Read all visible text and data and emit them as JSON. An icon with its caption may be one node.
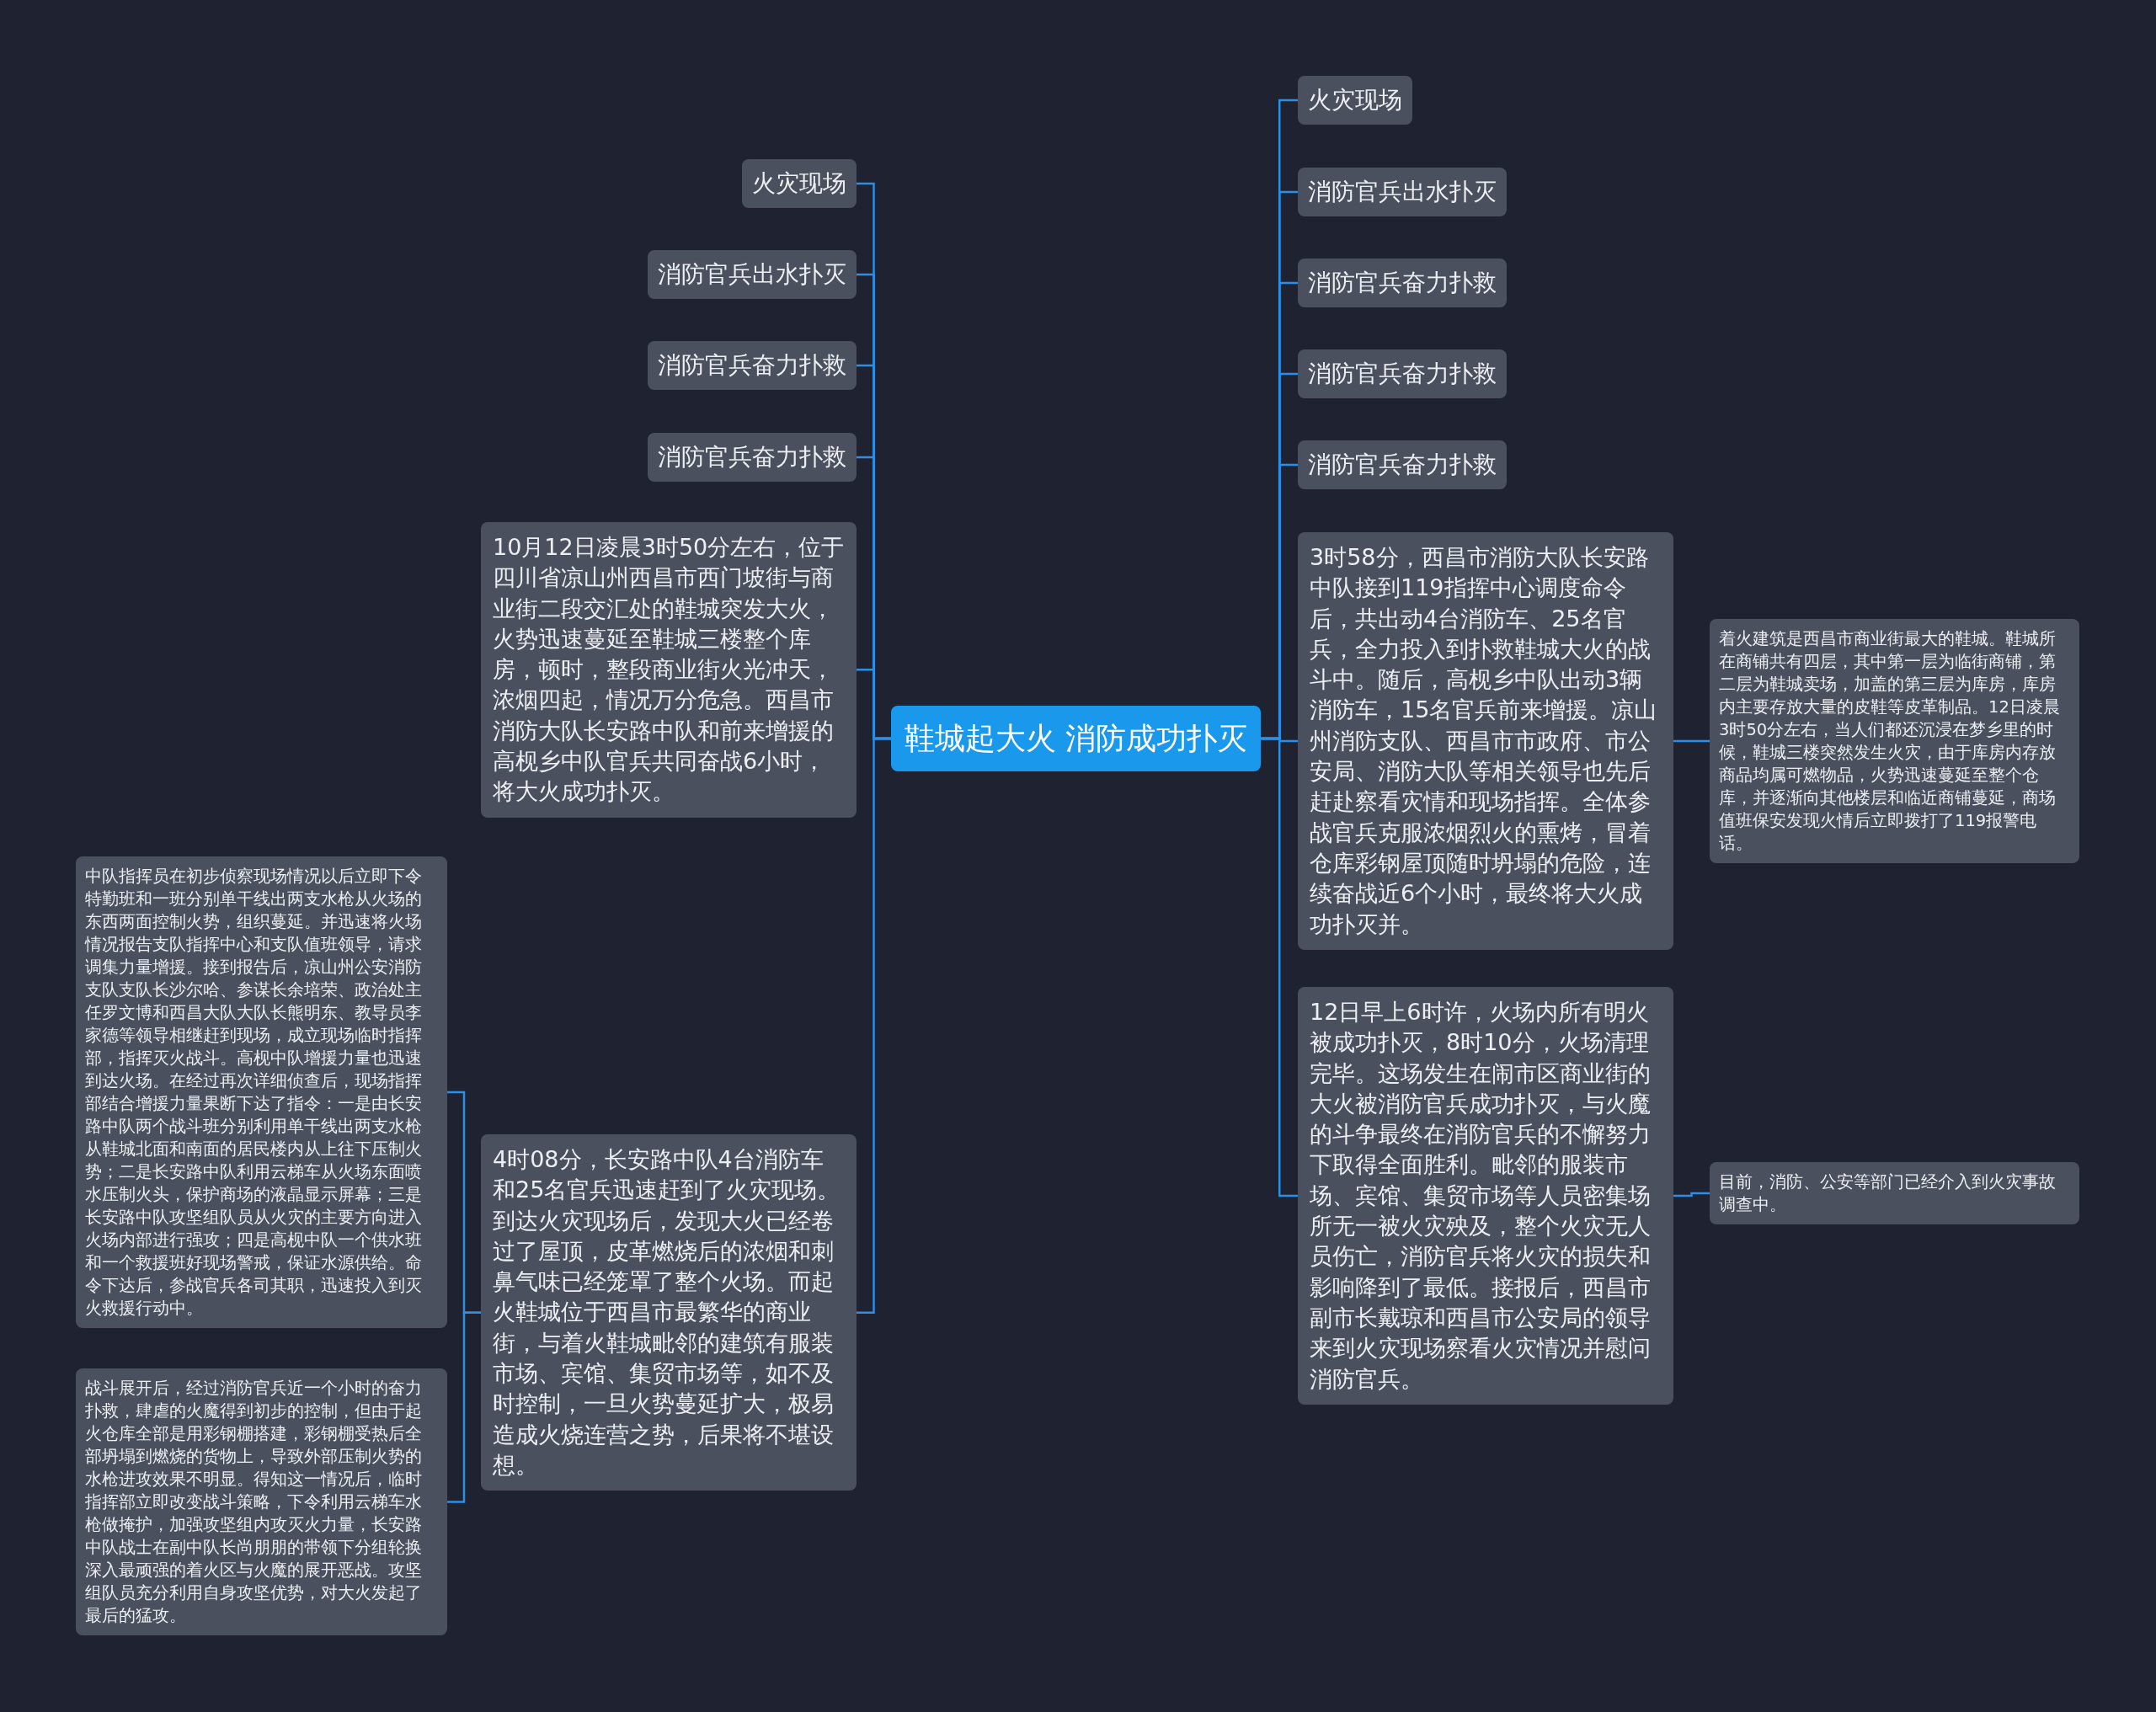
{
  "diagram": {
    "nodes": [
      {
        "text": [
          "鞋城起大火 消防成功扑灭"
        ]
      },
      {
        "text": [
          "火灾现场"
        ]
      },
      {
        "text": [
          "消防官兵出水扑灭"
        ]
      },
      {
        "text": [
          "消防官兵奋力扑救"
        ]
      },
      {
        "text": [
          "消防官兵奋力扑救"
        ]
      },
      {
        "text": [
          "10月12日凌晨3时50分左右，位于四川省凉山州西昌市西门坡街与商业街二段交汇处的鞋城突发大火，火势迅速蔓延至鞋城三楼整个库房，顿时，整段商业街火光冲天，浓烟四起，情况万分危急。西昌市消防大队长安路中队和前来增援的高枧乡中队官兵共同奋战6小时，将大火成功扑灭。"
        ]
      },
      {
        "text": [
          "4时08分，长安路中队4台消防车和25名官兵迅速赶到了火灾现场。到达火灾现场后，发现大火已经卷过了屋顶，皮革燃烧后的浓烟和刺鼻气味已经笼罩了整个火场。而起火鞋城位于西昌市最繁华的商业街，与着火鞋城毗邻的建筑有服装市场、宾馆、集贸市场等，如不及时控制，一旦火势蔓延扩大，极易造成火烧连营之势，后果将不堪设想。"
        ]
      },
      {
        "text": [
          "中队指挥员在初步侦察现场情况以后立即下令特勤班和一班分别单干线出两支水枪从火场的东西两面控制火势，组织蔓延。并迅速将火场情况报告支队指挥中心和支队值班领导，请求调集力量增援。接到报告后，凉山州公安消防支队支队长沙尔哈、参谋长余培荣、政治处主任罗文博和西昌大队大队长熊明东、教导员李家德等领导相继赶到现场，成立现场临时指挥部，指挥灭火战斗。高枧中队增援力量也迅速到达火场。在经过再次详细侦查后，现场指挥部结合增援力量果断下达了指令：一是由长安路中队两个战斗班分别利用单干线出两支水枪从鞋城北面和南面的居民楼内从上往下压制火势；二是长安路中队利用云梯车从火场东面喷水压制火头，保护商场的液晶显示屏幕；三是长安路中队攻坚组队员从火灾的主要方向进入火场内部进行强攻；四是高枧中队一个供水班和一个救援班好现场警戒，保证水源供给。命令下达后，参战官兵各司其职，迅速投入到灭火救援行动中。"
        ]
      },
      {
        "text": [
          "战斗展开后，经过消防官兵近一个小时的奋力扑救，肆虐的火魔得到初步的控制，但由于起火仓库全部是用彩钢棚搭建，彩钢棚受热后全部坍塌到燃烧的货物上，导致外部压制火势的水枪进攻效果不明显。得知这一情况后，临时指挥部立即改变战斗策略，下令利用云梯车水枪做掩护，加强攻坚组内攻灭火力量，长安路中队战士在副中队长尚朋朋的带领下分组轮换深入最顽强的着火区与火魔的展开恶战。攻坚组队员充分利用自身攻坚优势，对大火发起了最后的猛攻。"
        ]
      },
      {
        "text": [
          "火灾现场"
        ]
      },
      {
        "text": [
          "消防官兵出水扑灭"
        ]
      },
      {
        "text": [
          "消防官兵奋力扑救"
        ]
      },
      {
        "text": [
          "消防官兵奋力扑救"
        ]
      },
      {
        "text": [
          "消防官兵奋力扑救"
        ]
      },
      {
        "text": [
          "3时58分，西昌市消防大队长安路中队接到119指挥中心调度命令后，共出动4台消防车、25名官兵，全力投入到扑救鞋城大火的战斗中。随后，高枧乡中队出动3辆消防车，15名官兵前来增援。凉山州消防支队、西昌市市政府、市公安局、消防大队等相关领导也先后赶赴察看灾情和现场指挥。全体参战官兵克服浓烟烈火的熏烤，冒着仓库彩钢屋顶随时坍塌的危险，连续奋战近6个小时，最终将大火成功扑灭并。"
        ]
      },
      {
        "text": [
          "12日早上6时许，火场内所有明火被成功扑灭，8时10分，火场清理完毕。这场发生在闹市区商业街的大火被消防官兵成功扑灭，与火魔的斗争最终在消防官兵的不懈努力下取得全面胜利。毗邻的服装市场、宾馆、集贸市场等人员密集场所无一被火灾殃及，整个火灾无人员伤亡，消防官兵将火灾的损失和影响降到了最低。接报后，西昌市副市长戴琼和西昌市公安局的领导来到火灾现场察看火灾情况并慰问消防官兵。"
        ]
      },
      {
        "text": [
          "着火建筑是西昌市商业街最大的鞋城。鞋城所在商铺共有四层，其中第一层为临街商铺，第二层为鞋城卖场，加盖的第三层为库房，库房内主要存放大量的皮鞋等皮革制品。12日凌晨3时50分左右，当人们都还沉浸在梦乡里的时候，鞋城三楼突然发生火灾，由于库房内存放商品均属可燃物品，火势迅速蔓延至整个仓库，并逐渐向其他楼层和临近商铺蔓延，商场值班保安发现火情后立即拨打了119报警电话。"
        ]
      },
      {
        "text": [
          "目前，消防、公安等部门已经介入到火灾事故调查中。"
        ]
      }
    ],
    "edges": [
      {
        "from": 0,
        "to": 1,
        "arrow": "none"
      },
      {
        "from": 0,
        "to": 2,
        "arrow": "none"
      },
      {
        "from": 0,
        "to": 3,
        "arrow": "none"
      },
      {
        "from": 0,
        "to": 4,
        "arrow": "none"
      },
      {
        "from": 0,
        "to": 5,
        "arrow": "none"
      },
      {
        "from": 0,
        "to": 6,
        "arrow": "none"
      },
      {
        "from": 6,
        "to": 7,
        "arrow": "none"
      },
      {
        "from": 6,
        "to": 8,
        "arrow": "none"
      },
      {
        "from": 0,
        "to": 9,
        "arrow": "none"
      },
      {
        "from": 0,
        "to": 10,
        "arrow": "none"
      },
      {
        "from": 0,
        "to": 11,
        "arrow": "none"
      },
      {
        "from": 0,
        "to": 12,
        "arrow": "none"
      },
      {
        "from": 0,
        "to": 13,
        "arrow": "none"
      },
      {
        "from": 0,
        "to": 14,
        "arrow": "none"
      },
      {
        "from": 0,
        "to": 15,
        "arrow": "none"
      },
      {
        "from": 14,
        "to": 16,
        "arrow": "none"
      },
      {
        "from": 15,
        "to": 17,
        "arrow": "none"
      }
    ]
  }
}
